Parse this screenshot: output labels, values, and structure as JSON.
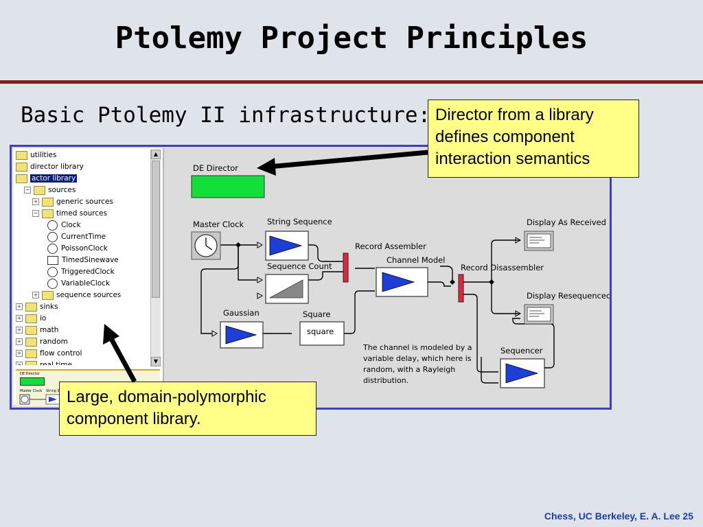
{
  "slide": {
    "title": "Ptolemy Project Principles",
    "subtitle": "Basic Ptolemy II infrastructure:",
    "footer": "Chess, UC Berkeley, E. A. Lee  25"
  },
  "callouts": {
    "director": "Director from a library defines component interaction semantics",
    "library": "Large, domain-polymorphic component library."
  },
  "library_tree": [
    {
      "label": "utilities",
      "icon": "folder"
    },
    {
      "label": "director library",
      "icon": "folder"
    },
    {
      "label": "actor library",
      "icon": "folder-open",
      "selected": true
    },
    {
      "label": "sources",
      "icon": "folder-open",
      "toggle": "minus"
    },
    {
      "label": "generic sources",
      "icon": "folder",
      "toggle": "plus"
    },
    {
      "label": "timed sources",
      "icon": "folder-open",
      "toggle": "minus"
    },
    {
      "label": "Clock",
      "icon": "clock"
    },
    {
      "label": "CurrentTime",
      "icon": "clock"
    },
    {
      "label": "PoissonClock",
      "icon": "clock"
    },
    {
      "label": "TimedSinewave",
      "icon": "box"
    },
    {
      "label": "TriggeredClock",
      "icon": "clock"
    },
    {
      "label": "VariableClock",
      "icon": "clock"
    },
    {
      "label": "sequence sources",
      "icon": "folder",
      "toggle": "plus"
    },
    {
      "label": "sinks",
      "icon": "folder",
      "toggle": "plus"
    },
    {
      "label": "io",
      "icon": "folder",
      "toggle": "plus"
    },
    {
      "label": "math",
      "icon": "folder",
      "toggle": "plus"
    },
    {
      "label": "random",
      "icon": "folder",
      "toggle": "plus"
    },
    {
      "label": "flow control",
      "icon": "folder",
      "toggle": "plus"
    },
    {
      "label": "real time",
      "icon": "folder",
      "toggle": "plus"
    }
  ],
  "mini_preview": {
    "director": "DE Director",
    "clock": "Master Clock",
    "string": "String Seq"
  },
  "diagram": {
    "director": "DE Director",
    "master_clock": "Master Clock",
    "string_sequence": "String Sequence",
    "sequence_count": "Sequence Count",
    "gaussian": "Gaussian",
    "square_label": "Square",
    "square_box": "square",
    "record_assembler": "Record Assembler",
    "channel_model": "Channel Model",
    "record_disassembler": "Record Disassembler",
    "display_received": "Display As Received",
    "display_resequenced": "Display Resequenced",
    "sequencer": "Sequencer",
    "note": "The channel is modeled by a variable delay, which here is random, with a Rayleigh distribution."
  },
  "colors": {
    "title_rule": "#8b1a1a",
    "frame": "#3c3fc8",
    "director_fill": "#12e03a",
    "actor_triangle": "#1e3ed8",
    "callout_fill": "#ffff88",
    "footer": "#1e3bb0"
  }
}
